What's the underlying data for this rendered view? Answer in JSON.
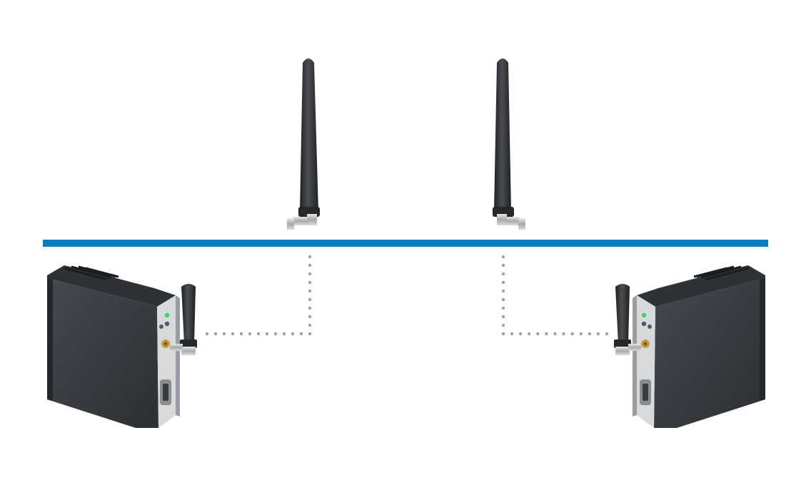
{
  "diagram": {
    "description_free": true,
    "colors": {
      "background": "#ffffff",
      "network_bus": "#0a7cc4",
      "link_dots": "#a0a0a0",
      "device_body": "#3b3f44",
      "device_shadow": "#2a2d31",
      "device_highlight": "#4c5157",
      "antenna": "#2f3235",
      "antenna_highlight": "#4a4e52",
      "connector_metal": "#c9c9c9",
      "connector_gold": "#c89a3a",
      "front_panel": "#d7d9db",
      "led_green": "#3bd16f",
      "led_blue": "#4a5a6a"
    },
    "nodes": [
      {
        "id": "antenna-left",
        "kind": "antenna",
        "icon": "antenna-icon"
      },
      {
        "id": "antenna-right",
        "kind": "antenna",
        "icon": "antenna-icon"
      },
      {
        "id": "device-left",
        "kind": "din-rail-radio-modem",
        "icon": "din-rail-modem-icon"
      },
      {
        "id": "device-right",
        "kind": "din-rail-radio-modem",
        "icon": "din-rail-modem-icon"
      }
    ],
    "links": [
      {
        "from": "antenna-left",
        "to": "device-left",
        "style": "dotted"
      },
      {
        "from": "antenna-right",
        "to": "device-right",
        "style": "dotted"
      }
    ],
    "bus": {
      "kind": "network-bus",
      "orientation": "horizontal"
    }
  }
}
